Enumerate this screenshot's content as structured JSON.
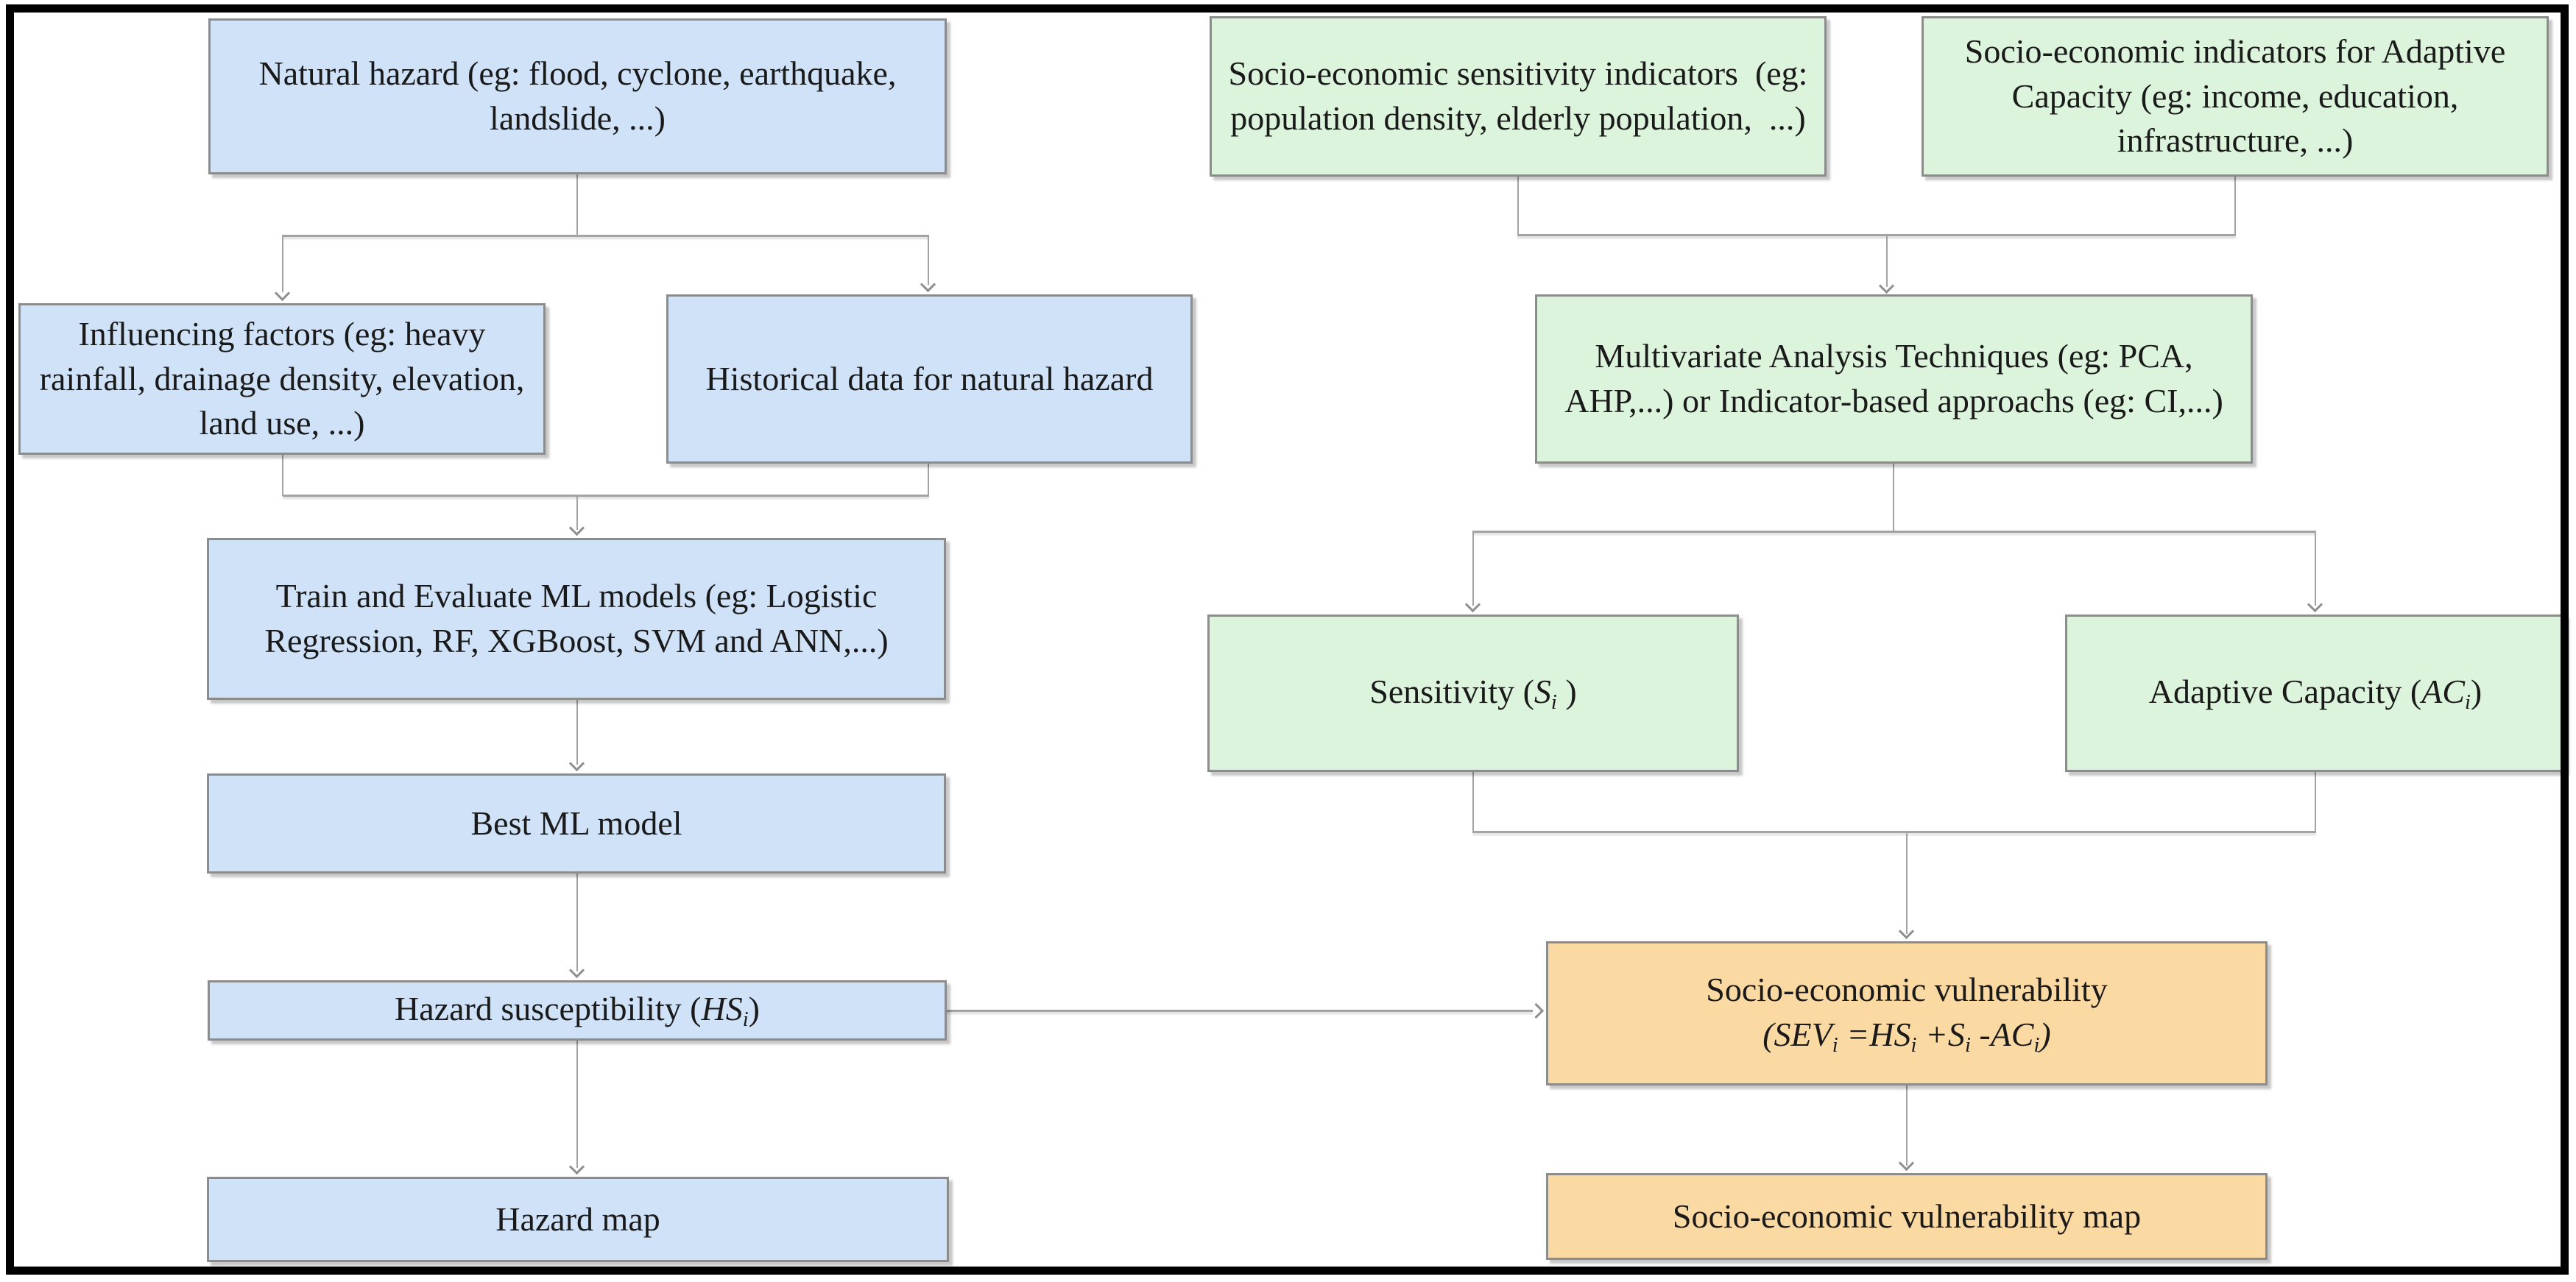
{
  "diagram_type": "flowchart",
  "colors": {
    "blue_fill": "#cfe2f8",
    "green_fill": "#dcf3dc",
    "orange_fill": "#fbd9a2",
    "box_border": "#8c8c8c",
    "connector": "#a3a3a3",
    "text": "#1a1a1a",
    "outer_frame": "#000000"
  },
  "boxes": {
    "natural_hazard": {
      "label": "Natural hazard (eg: flood, cyclone, earthquake, landslide, ...)",
      "color": "blue"
    },
    "sensitivity_indicators": {
      "label": "Socio-economic sensitivity indicators  (eg: population density, elderly population,  ...)",
      "color": "green"
    },
    "adaptive_indicators": {
      "label": "Socio-economic indicators for Adaptive Capacity (eg: income, education, infrastructure, ...)",
      "color": "green"
    },
    "influencing_factors": {
      "label": "Influencing factors (eg: heavy rainfall, drainage density, elevation, land use, ...)",
      "color": "blue"
    },
    "historical_data": {
      "label": "Historical data for natural hazard",
      "color": "blue"
    },
    "multivariate": {
      "label": "Multivariate Analysis Techniques (eg: PCA, AHP,...) or Indicator-based approachs (eg: CI,...)",
      "color": "green"
    },
    "train_evaluate": {
      "label": "Train and Evaluate ML models (eg: Logistic Regression, RF, XGBoost, SVM and ANN,...)",
      "color": "blue"
    },
    "sensitivity": {
      "color": "green",
      "segments": [
        {
          "t": "Sensitivity (",
          "s": "r"
        },
        {
          "t": "S",
          "s": "i"
        },
        {
          "t": "i",
          "s": "sub"
        },
        {
          "t": " )",
          "s": "r"
        }
      ]
    },
    "adaptive_capacity": {
      "color": "green",
      "segments": [
        {
          "t": "Adaptive Capacity (",
          "s": "r"
        },
        {
          "t": "AC",
          "s": "i"
        },
        {
          "t": "i",
          "s": "sub"
        },
        {
          "t": ")",
          "s": "r"
        }
      ]
    },
    "best_ml_model": {
      "label": "Best ML model",
      "color": "blue"
    },
    "hazard_susceptibility": {
      "color": "blue",
      "segments": [
        {
          "t": "Hazard susceptibility (",
          "s": "r"
        },
        {
          "t": "HS",
          "s": "i"
        },
        {
          "t": "i",
          "s": "sub"
        },
        {
          "t": ")",
          "s": "r"
        }
      ]
    },
    "sev": {
      "color": "orange",
      "line1": "Socio-economic vulnerability",
      "segments": [
        {
          "t": "(SEV",
          "s": "i"
        },
        {
          "t": "i",
          "s": "sub"
        },
        {
          "t": " =HS",
          "s": "i"
        },
        {
          "t": "i",
          "s": "sub"
        },
        {
          "t": " +S",
          "s": "i"
        },
        {
          "t": "i",
          "s": "sub"
        },
        {
          "t": " -AC",
          "s": "i"
        },
        {
          "t": "i",
          "s": "sub"
        },
        {
          "t": ")",
          "s": "i"
        }
      ]
    },
    "hazard_map": {
      "label": "Hazard map",
      "color": "blue"
    },
    "sev_map": {
      "label": "Socio-economic vulnerability map",
      "color": "orange"
    }
  }
}
